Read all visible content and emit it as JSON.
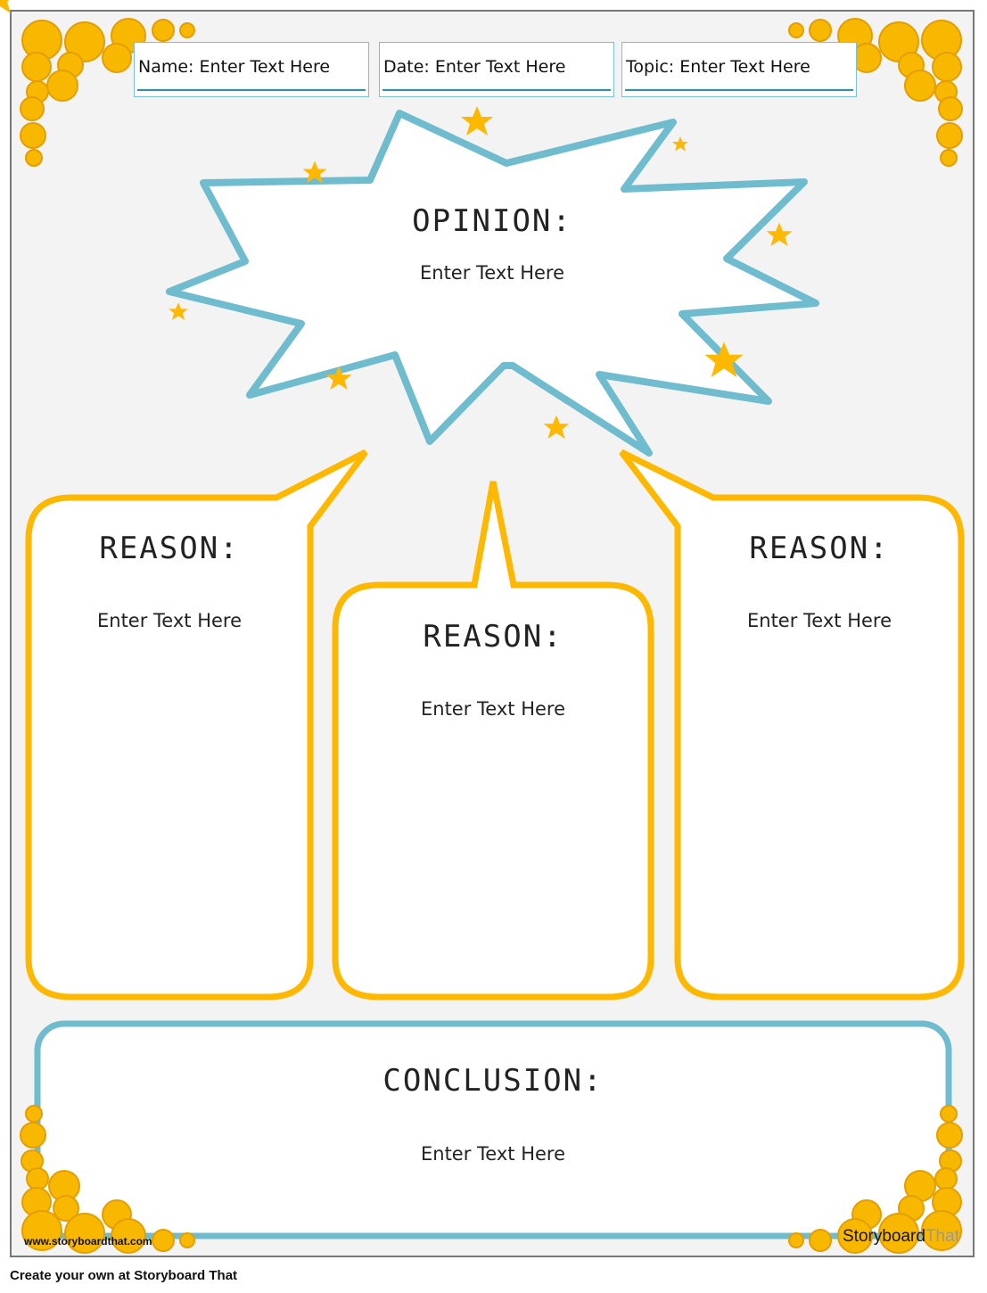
{
  "header": {
    "name": "Name: Enter Text Here",
    "date": "Date: Enter Text Here",
    "topic": "Topic: Enter Text Here"
  },
  "opinion": {
    "title": "OPINION:",
    "body": "Enter Text Here"
  },
  "reasons": [
    {
      "title": "REASON:",
      "body": "Enter Text Here"
    },
    {
      "title": "REASON:",
      "body": "Enter Text Here"
    },
    {
      "title": "REASON:",
      "body": "Enter Text Here"
    }
  ],
  "conclusion": {
    "title": "CONCLUSION:",
    "body": "Enter Text Here"
  },
  "watermark": {
    "url": "www.storyboardthat.com",
    "brand_a": "Storyboard",
    "brand_b": "That"
  },
  "footer": "Create your own at Storyboard That",
  "colors": {
    "blue": "#6fbccf",
    "yellow": "#ffb800",
    "emoji": "#f9b800"
  }
}
